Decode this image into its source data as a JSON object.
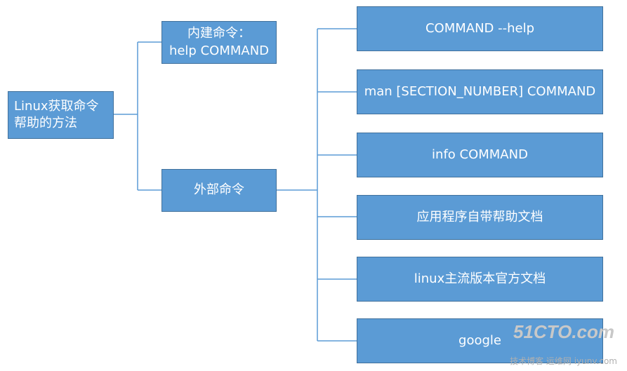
{
  "root": {
    "label": "Linux获取命令\n帮助的方法"
  },
  "builtin": {
    "label": "内建命令：\nhelp COMMAND"
  },
  "external": {
    "label": "外部命令"
  },
  "external_items": [
    {
      "label": "COMMAND --help"
    },
    {
      "label": "man [SECTION_NUMBER] COMMAND"
    },
    {
      "label": "info COMMAND"
    },
    {
      "label": "应用程序自带帮助文档"
    },
    {
      "label": "linux主流版本官方文档"
    },
    {
      "label": "google"
    }
  ],
  "watermark": {
    "site": "51CTO.com",
    "sub": "技术博客 运维网 iyunv.com"
  },
  "colors": {
    "box_fill": "#5b9bd5",
    "box_border": "#41719c",
    "connector": "#5b9bd5"
  }
}
